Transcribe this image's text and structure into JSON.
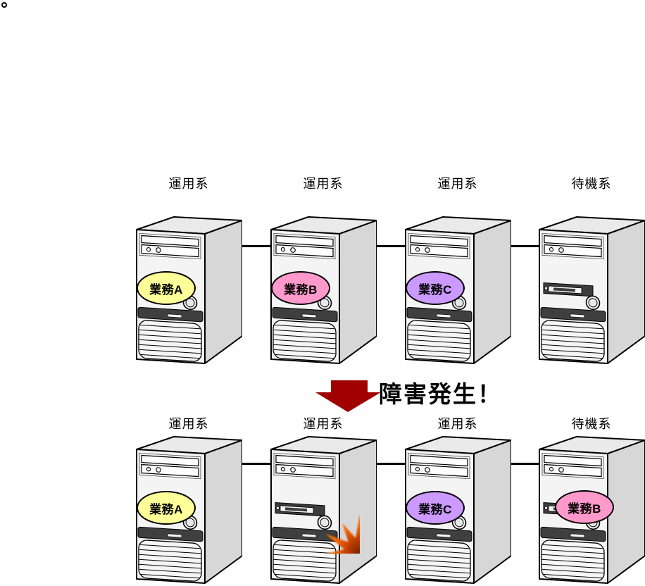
{
  "diagram": {
    "event": {
      "text": "障害発生！",
      "arrow_color": "#A00000"
    },
    "colors": {
      "task_a": "#FFFF99",
      "task_b": "#FF99CC",
      "task_c": "#CC99FF",
      "explosion_stop_inner": "#6B2200",
      "explosion_stop_mid1": "#B83B00",
      "explosion_stop_mid2": "#F26200",
      "explosion_stop_outer": "#FF7700",
      "line_color": "#000000"
    },
    "rows": [
      {
        "name": "before-failure",
        "servers": [
          {
            "role": "運用系",
            "state": "active",
            "task": "業務A",
            "task_color": "#FFFF99"
          },
          {
            "role": "運用系",
            "state": "active",
            "task": "業務B",
            "task_color": "#FF99CC"
          },
          {
            "role": "運用系",
            "state": "active",
            "task": "業務C",
            "task_color": "#CC99FF"
          },
          {
            "role": "待機系",
            "state": "standby"
          }
        ]
      },
      {
        "name": "after-failure",
        "servers": [
          {
            "role": "運用系",
            "state": "active",
            "task": "業務A",
            "task_color": "#FFFF99"
          },
          {
            "role": "運用系",
            "state": "failed"
          },
          {
            "role": "運用系",
            "state": "active",
            "task": "業務C",
            "task_color": "#CC99FF"
          },
          {
            "role": "待機系",
            "state": "active",
            "task": "業務B",
            "task_color": "#FF99CC"
          }
        ]
      }
    ]
  }
}
